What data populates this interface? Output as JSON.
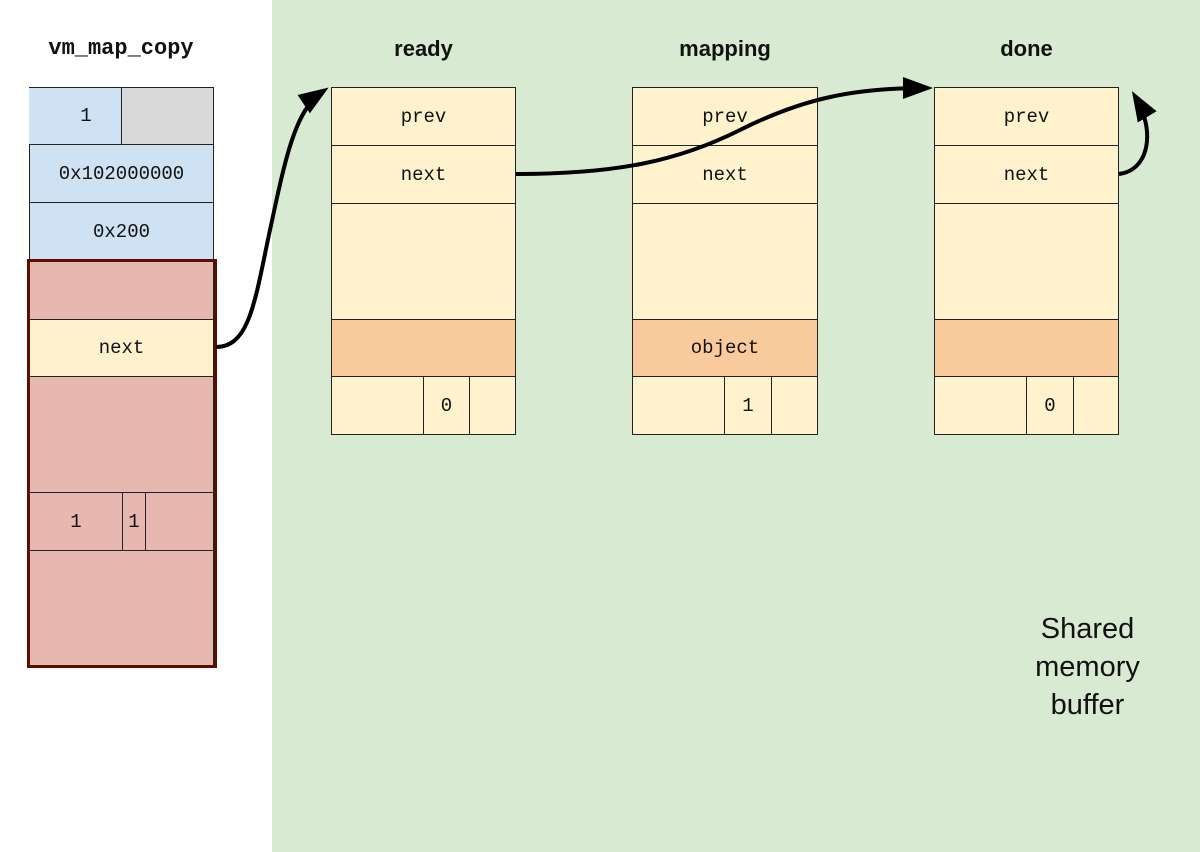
{
  "vm_map_copy": {
    "title": "vm_map_copy",
    "header_value": "1",
    "address": "0x102000000",
    "size": "0x200",
    "next_label": "next",
    "flag_a": "1",
    "flag_b": "1"
  },
  "entries": [
    {
      "title": "ready",
      "prev_label": "prev",
      "next_label": "next",
      "object_label": "",
      "flag": "0"
    },
    {
      "title": "mapping",
      "prev_label": "prev",
      "next_label": "next",
      "object_label": "object",
      "flag": "1"
    },
    {
      "title": "done",
      "prev_label": "prev",
      "next_label": "next",
      "object_label": "",
      "flag": "0"
    }
  ],
  "shared_caption": {
    "line1": "Shared",
    "line2": "memory",
    "line3": "buffer"
  },
  "colors": {
    "shared_background": "#d9ead3",
    "header_blue": "#cfe2f3",
    "entry_cream": "#fff2cc",
    "entry_peach": "#f9cb9c",
    "copy_rose": "#e6b8af",
    "marker_red": "#ff0000",
    "outline_dark_red": "#5b0f00"
  }
}
